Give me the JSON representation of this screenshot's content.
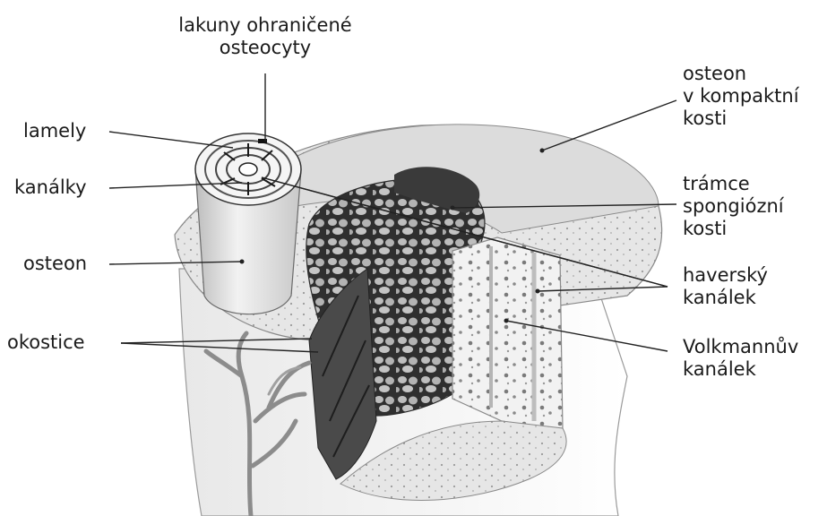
{
  "labels": {
    "lakuny": [
      "lakuny ohraničené",
      "osteocyty"
    ],
    "osteon_kompakt": [
      "osteon",
      "v kompaktní",
      "kosti"
    ],
    "lamely": "lamely",
    "kanalky": "kanálky",
    "tramce": [
      "trámce",
      "spongiózní",
      "kosti"
    ],
    "osteon": "osteon",
    "haversky": [
      "haverský",
      "kanálek"
    ],
    "okostice": "okostice",
    "volkmann": [
      "Volkmannův",
      "kanálek"
    ]
  },
  "colors": {
    "ink": "#1a1a1a",
    "bone_light": "#ececec",
    "bone_mid": "#c9c9c9",
    "bone_dark": "#3a3a3a",
    "surface": "#f4f4f4"
  }
}
